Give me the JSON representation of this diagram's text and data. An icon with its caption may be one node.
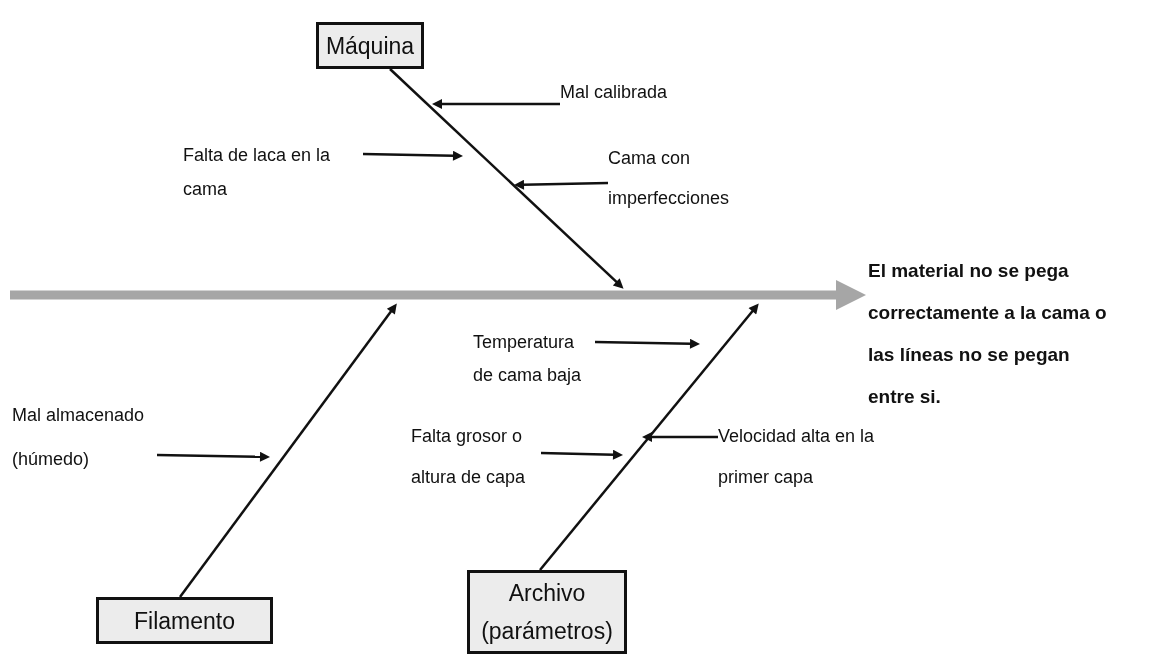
{
  "diagram": {
    "nodes": [
      {
        "text": [
          "Máquina"
        ]
      },
      {
        "text": [
          "Mal calibrada"
        ]
      },
      {
        "text": [
          "Falta de laca en la cama"
        ]
      },
      {
        "text": [
          "Cama con imperfecciones"
        ]
      },
      {
        "text": [
          "El material no se pega correctamente a la cama o las líneas no se pegan entre si."
        ]
      },
      {
        "text": [
          "Temperatura de cama baja"
        ]
      },
      {
        "text": [
          "Mal almacenado (húmedo)"
        ]
      },
      {
        "text": [
          "Falta grosor o altura de capa"
        ]
      },
      {
        "text": [
          "Velocidad alta en la primer capa"
        ]
      },
      {
        "text": [
          "Filamento"
        ]
      },
      {
        "text": [
          "Archivo (parámetros)"
        ]
      }
    ],
    "edges": [
      {
        "from": null,
        "to": 4,
        "arrow": "to",
        "style": "thick",
        "color": "#a6a6a6"
      },
      {
        "from": 0,
        "to": null,
        "arrow": "to"
      },
      {
        "from": 9,
        "to": null,
        "arrow": "to"
      },
      {
        "from": 10,
        "to": null,
        "arrow": "to"
      },
      {
        "from": 1,
        "to": null,
        "arrow": "to"
      },
      {
        "from": 2,
        "to": null,
        "arrow": "to"
      },
      {
        "from": 3,
        "to": null,
        "arrow": "to"
      },
      {
        "from": 5,
        "to": null,
        "arrow": "to"
      },
      {
        "from": 6,
        "to": null,
        "arrow": "to"
      },
      {
        "from": 7,
        "to": null,
        "arrow": "to"
      },
      {
        "from": 8,
        "to": null,
        "arrow": "to"
      }
    ]
  }
}
